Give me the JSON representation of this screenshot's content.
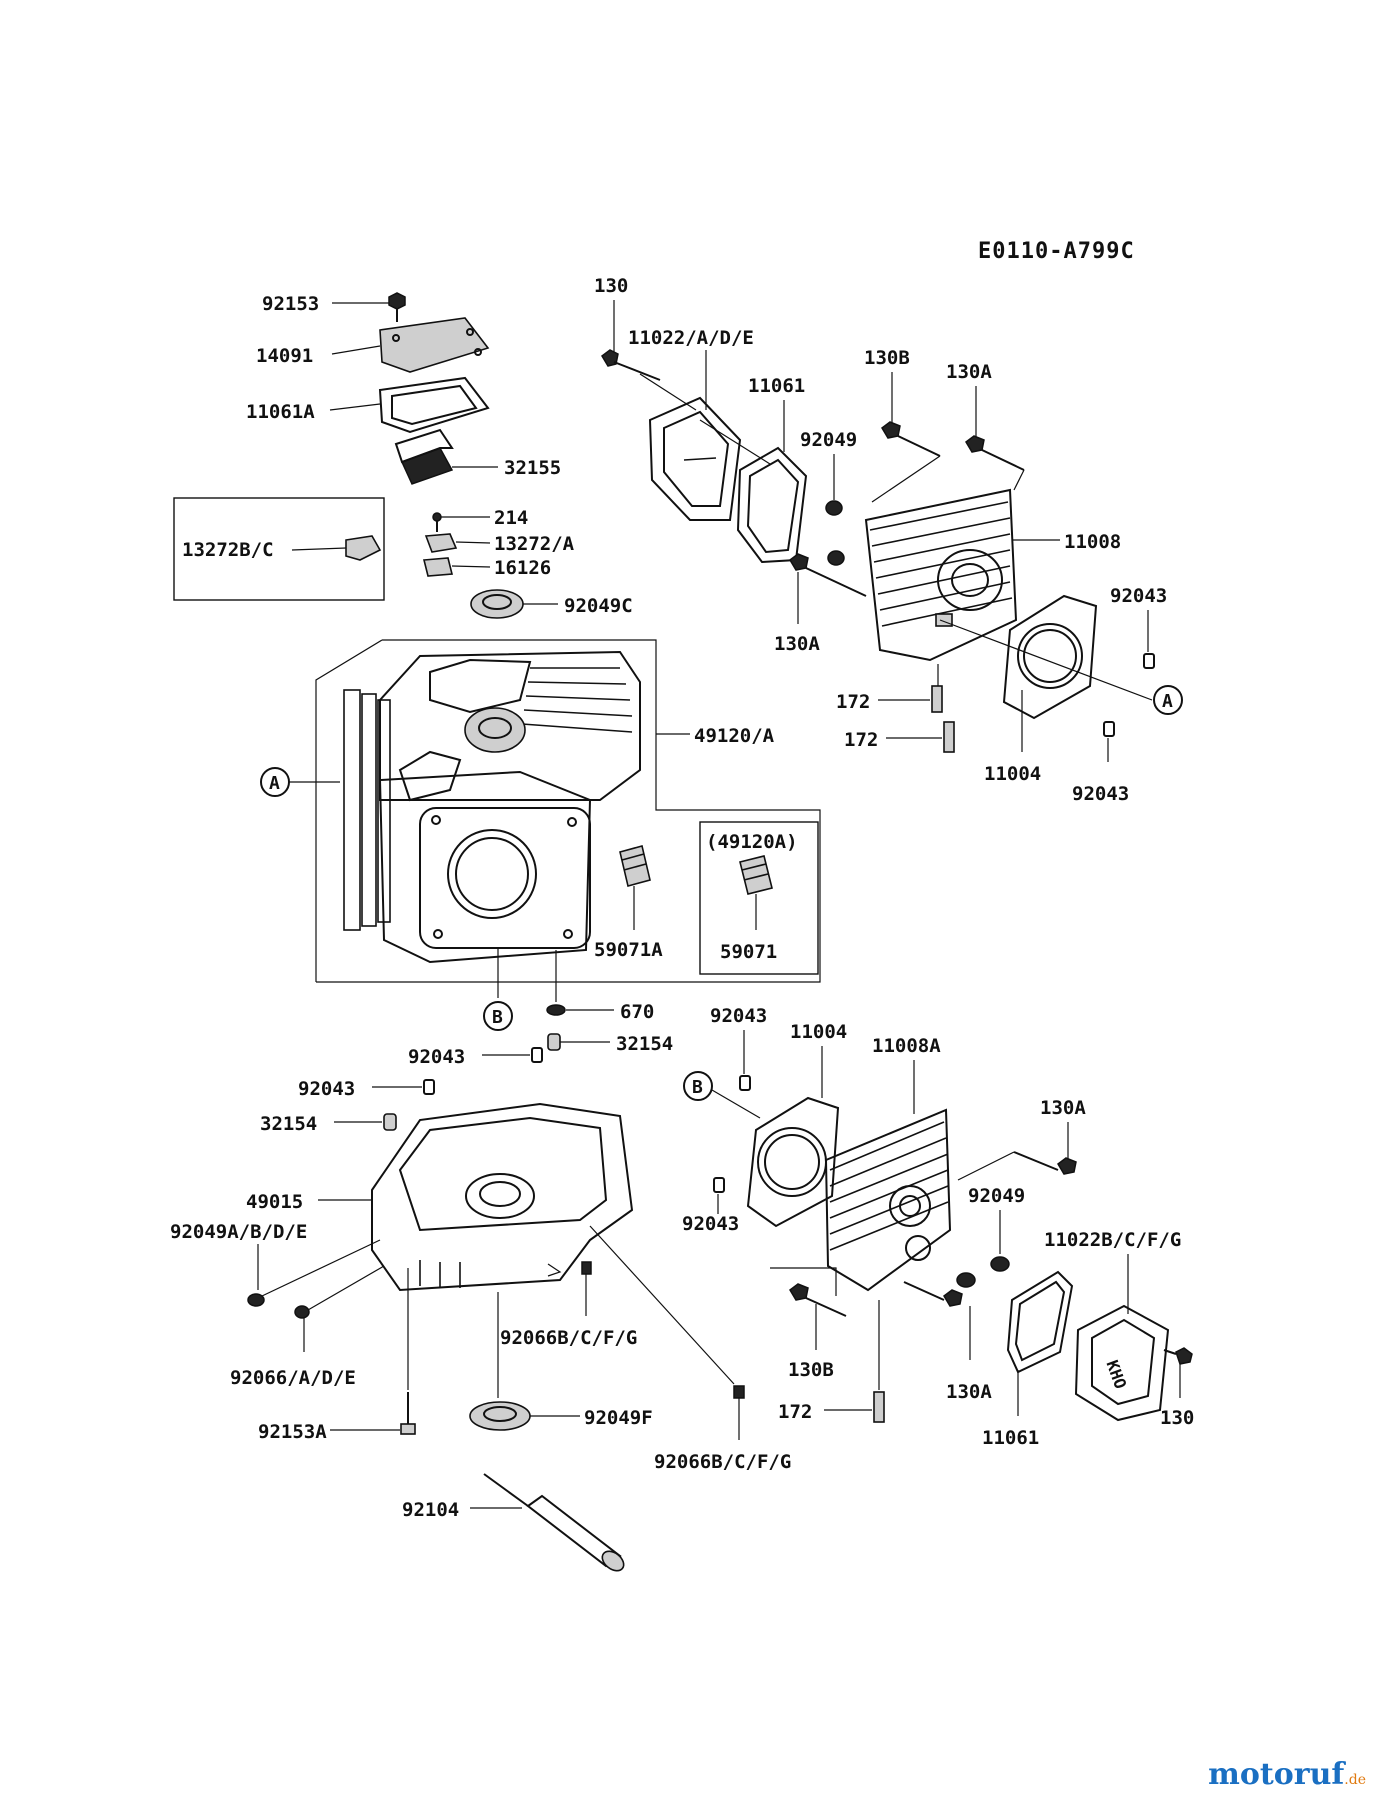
{
  "diagram_code": "E0110-A799C",
  "callouts": {
    "a": "A",
    "b": "B"
  },
  "labels": {
    "p92153": "92153",
    "p14091": "14091",
    "p11061A": "11061A",
    "p32155": "32155",
    "p13272BC": "13272B/C",
    "p214": "214",
    "p13272A": "13272/A",
    "p16126": "16126",
    "p92049C": "92049C",
    "p49120A": "49120/A",
    "p49120A_box": "(49120A)",
    "p59071": "59071",
    "p59071A": "59071A",
    "p670": "670",
    "p130_top": "130",
    "p11022ADE": "11022/A/D/E",
    "p11061_top": "11061",
    "p130B_top": "130B",
    "p130A_top": "130A",
    "p92049_top": "92049",
    "p11008": "11008",
    "p130A_mid": "130A",
    "p92043_tr": "92043",
    "p172_a": "172",
    "p172_b": "172",
    "p11004_top": "11004",
    "p92043_r2": "92043",
    "p32154_a": "32154",
    "p92043_b1": "92043",
    "p92043_b2": "92043",
    "p32154_b": "32154",
    "p49015": "49015",
    "p92049ABDE": "92049A/B/D/E",
    "p92066BCFG_a": "92066B/C/F/G",
    "p92066ADE": "92066/A/D/E",
    "p92153A": "92153A",
    "p92049F": "92049F",
    "p92066BCFG_b": "92066B/C/F/G",
    "p92104": "92104",
    "p92043_lc": "92043",
    "p11004_bot": "11004",
    "p11008A": "11008A",
    "p130A_br1": "130A",
    "p92049_br": "92049",
    "p92043_bl": "92043",
    "p11022BCFG": "11022B/C/F/G",
    "p130B_bot": "130B",
    "p172_c": "172",
    "p130A_br2": "130A",
    "p11061_bot": "11061",
    "p130_bot": "130"
  },
  "watermark": {
    "main": "motoruf",
    "tld": ".de"
  }
}
